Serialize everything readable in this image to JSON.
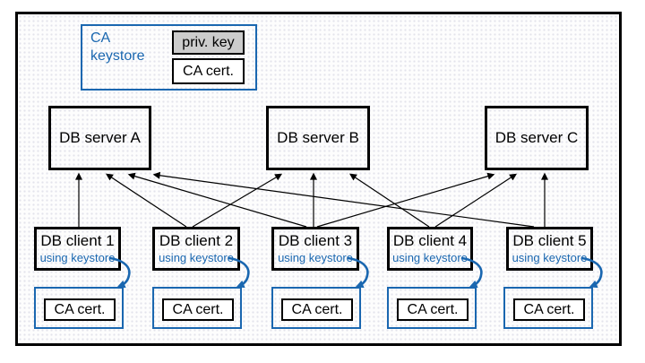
{
  "colors": {
    "accent_blue": "#1a67b0",
    "priv_key_fill": "#cccccc",
    "arrow_black": "#000000"
  },
  "keystore": {
    "label": "CA keystore",
    "items": [
      {
        "label": "priv. key"
      },
      {
        "label": "CA cert."
      }
    ]
  },
  "servers": [
    {
      "id": "server-a",
      "label": "DB server A"
    },
    {
      "id": "server-b",
      "label": "DB server B"
    },
    {
      "id": "server-c",
      "label": "DB server C"
    }
  ],
  "clients": [
    {
      "id": "client-1",
      "label": "DB client 1",
      "sublabel": "using keystore",
      "truststore_item": "CA cert."
    },
    {
      "id": "client-2",
      "label": "DB client 2",
      "sublabel": "using keystore",
      "truststore_item": "CA cert."
    },
    {
      "id": "client-3",
      "label": "DB client 3",
      "sublabel": "using keystore",
      "truststore_item": "CA cert."
    },
    {
      "id": "client-4",
      "label": "DB client 4",
      "sublabel": "using keystore",
      "truststore_item": "CA cert."
    },
    {
      "id": "client-5",
      "label": "DB client 5",
      "sublabel": "using keystore",
      "truststore_item": "CA cert."
    }
  ],
  "connections": [
    {
      "from": "client-1",
      "to": "server-a"
    },
    {
      "from": "client-2",
      "to": "server-a"
    },
    {
      "from": "client-2",
      "to": "server-b"
    },
    {
      "from": "client-3",
      "to": "server-a"
    },
    {
      "from": "client-3",
      "to": "server-b"
    },
    {
      "from": "client-3",
      "to": "server-c"
    },
    {
      "from": "client-4",
      "to": "server-b"
    },
    {
      "from": "client-4",
      "to": "server-c"
    },
    {
      "from": "client-5",
      "to": "server-a"
    },
    {
      "from": "client-5",
      "to": "server-c"
    }
  ]
}
